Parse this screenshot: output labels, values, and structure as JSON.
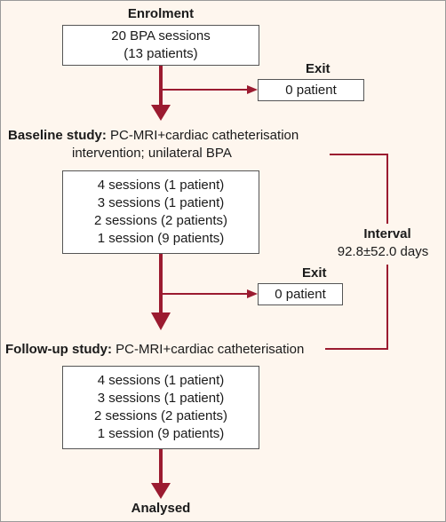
{
  "colors": {
    "arrow": "#9b1b30",
    "background": "#fef6ee"
  },
  "enrolment": {
    "title": "Enrolment",
    "lines": [
      "20 BPA sessions",
      "(13 patients)"
    ]
  },
  "exit1": {
    "title": "Exit",
    "value": "0 patient"
  },
  "baseline": {
    "label_bold": "Baseline study:",
    "label_rest": " PC-MRI+cardiac catheterisation",
    "label_line2": "intervention; unilateral BPA",
    "lines": [
      "4 sessions (1 patient)",
      "3 sessions (1 patient)",
      "2 sessions (2 patients)",
      "1 session (9 patients)"
    ]
  },
  "interval": {
    "title": "Interval",
    "value": "92.8±52.0 days"
  },
  "exit2": {
    "title": "Exit",
    "value": "0 patient"
  },
  "followup": {
    "label_bold": "Follow-up study:",
    "label_rest": " PC-MRI+cardiac catheterisation",
    "lines": [
      "4 sessions (1 patient)",
      "3 sessions (1 patient)",
      "2 sessions (2 patients)",
      "1 session (9 patients)"
    ]
  },
  "analysed": {
    "title": "Analysed"
  }
}
